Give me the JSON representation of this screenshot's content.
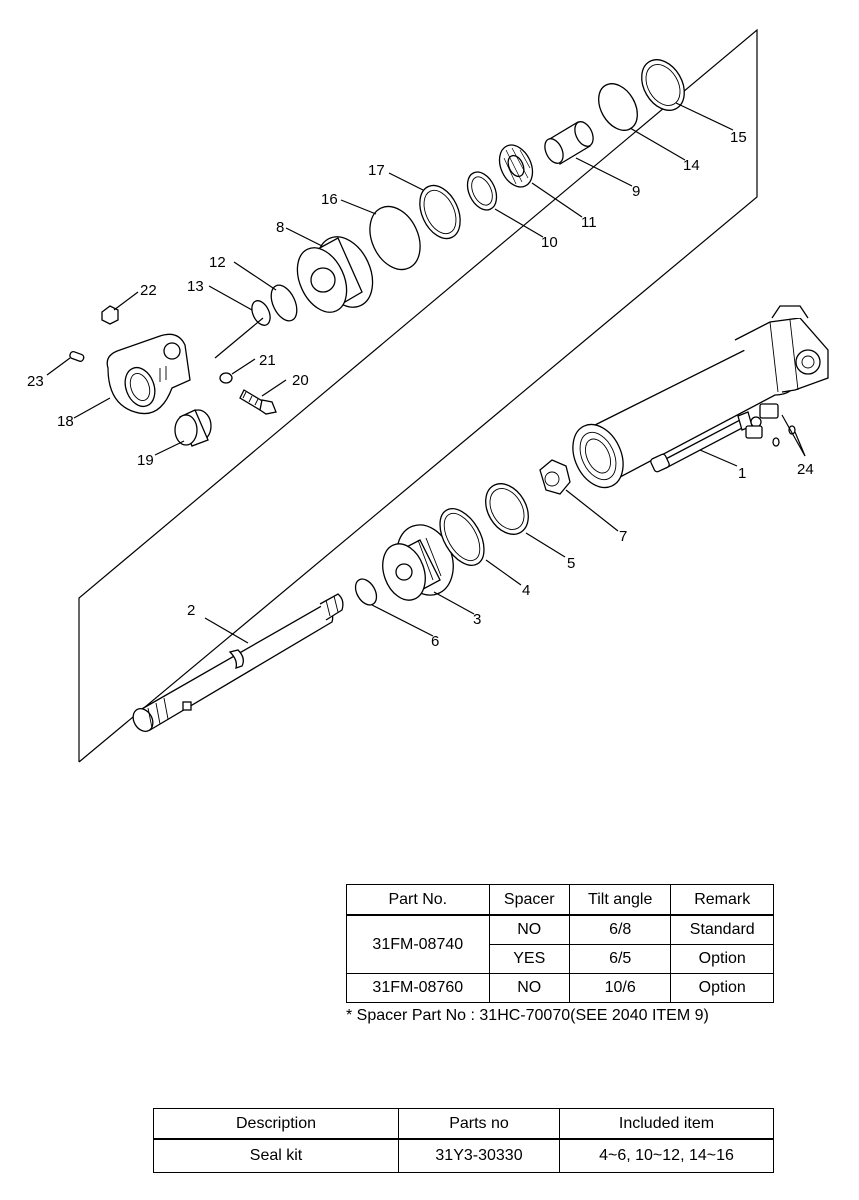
{
  "callouts": [
    "1",
    "2",
    "3",
    "4",
    "5",
    "6",
    "7",
    "8",
    "9",
    "10",
    "11",
    "12",
    "13",
    "14",
    "15",
    "16",
    "17",
    "18",
    "19",
    "20",
    "21",
    "22",
    "23",
    "24"
  ],
  "tilt_table": {
    "headers": [
      "Part No.",
      "Spacer",
      "Tilt angle",
      "Remark"
    ],
    "rows": [
      {
        "part_no": "31FM-08740",
        "spacer": "NO",
        "tilt_angle": "6/8",
        "remark": "Standard"
      },
      {
        "part_no": "",
        "spacer": "YES",
        "tilt_angle": "6/5",
        "remark": "Option"
      },
      {
        "part_no": "31FM-08760",
        "spacer": "NO",
        "tilt_angle": "10/6",
        "remark": "Option"
      }
    ],
    "note": "* Spacer Part No : 31HC-70070(SEE 2040 ITEM 9)"
  },
  "seal_table": {
    "headers": [
      "Description",
      "Parts no",
      "Included item"
    ],
    "rows": [
      {
        "description": "Seal kit",
        "parts_no": "31Y3-30330",
        "included_item": "4~6, 10~12, 14~16"
      }
    ]
  }
}
